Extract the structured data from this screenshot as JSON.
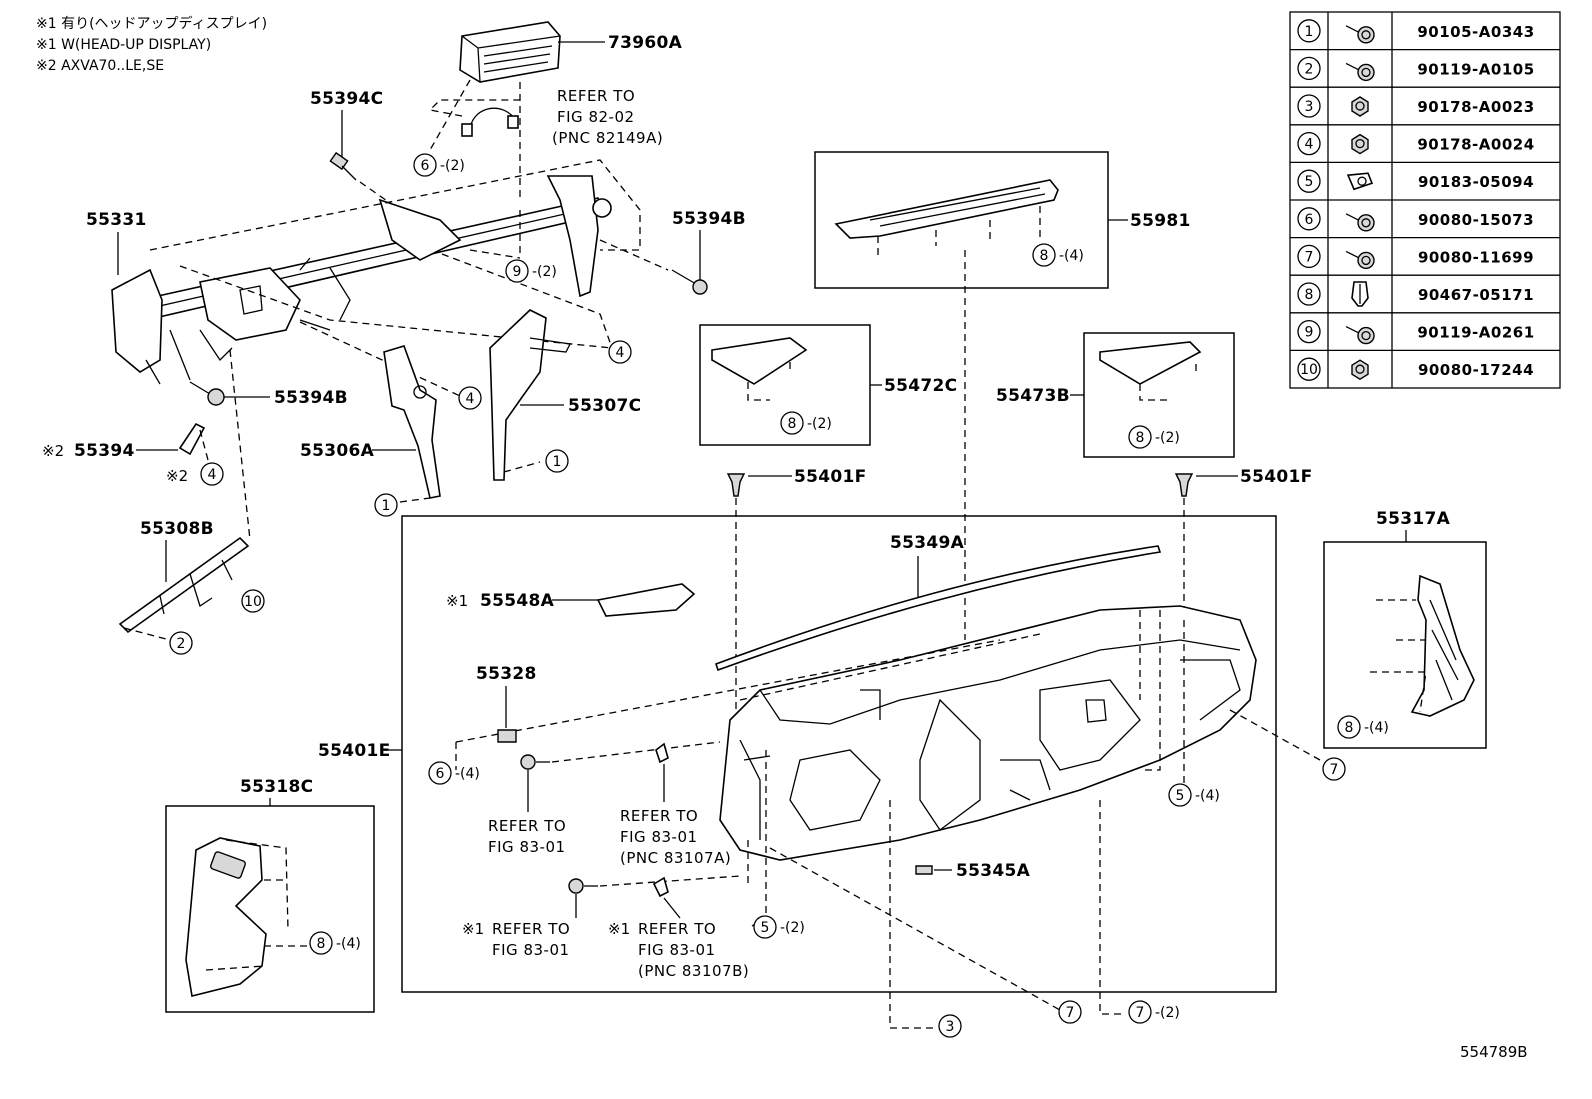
{
  "notes": {
    "n1": "※1 有り(ヘッドアップディスプレイ)",
    "n2": "※1 W(HEAD-UP DISPLAY)",
    "n3": "※2 AXVA70..LE,SE"
  },
  "callouts": {
    "p73960A": "73960A",
    "p55394C": "55394C",
    "p55331": "55331",
    "p55394B_top": "55394B",
    "p55394B_left": "55394B",
    "p55394": "55394",
    "p55394_mark": "※2",
    "p55394_circle_mark": "※2",
    "p55306A": "55306A",
    "p55307C": "55307C",
    "p55308B": "55308B",
    "p55981": "55981",
    "p55472C": "55472C",
    "p55473B": "55473B",
    "p55401F_left": "55401F",
    "p55401F_right": "55401F",
    "p55317A": "55317A",
    "p55349A": "55349A",
    "p55548A": "55548A",
    "p55548A_mark": "※1",
    "p55328": "55328",
    "p55401E": "55401E",
    "p55318C": "55318C",
    "p55345A": "55345A"
  },
  "refs": {
    "r1_l1": "REFER TO",
    "r1_l2": "FIG 82-02",
    "r1_l3": "(PNC 82149A)",
    "r2_l1": "REFER TO",
    "r2_l2": "FIG 83-01",
    "r3_l1": "REFER TO",
    "r3_l2": "FIG 83-01",
    "r3_l3": "(PNC 83107A)",
    "r4_mark": "※1",
    "r4_l1": "REFER TO",
    "r4_l2": "FIG 83-01",
    "r5_mark": "※1",
    "r5_l1": "REFER TO",
    "r5_l2": "FIG 83-01",
    "r5_l3": "(PNC 83107B)"
  },
  "circles": {
    "c6_top": {
      "num": "6",
      "qty": "-(2)"
    },
    "c9": {
      "num": "9",
      "qty": "-(2)"
    },
    "c4_a": {
      "num": "4",
      "qty": ""
    },
    "c4_b": {
      "num": "4",
      "qty": ""
    },
    "c4_c": {
      "num": "4",
      "qty": ""
    },
    "c1_a": {
      "num": "1",
      "qty": ""
    },
    "c1_b": {
      "num": "1",
      "qty": ""
    },
    "c10": {
      "num": "10",
      "qty": ""
    },
    "c2": {
      "num": "2",
      "qty": ""
    },
    "c8_55981": {
      "num": "8",
      "qty": "-(4)"
    },
    "c8_55472C": {
      "num": "8",
      "qty": "-(2)"
    },
    "c8_55473B": {
      "num": "8",
      "qty": "-(2)"
    },
    "c8_55317A": {
      "num": "8",
      "qty": "-(4)"
    },
    "c8_55318C": {
      "num": "8",
      "qty": "-(4)"
    },
    "c6_mid": {
      "num": "6",
      "qty": "-(4)"
    },
    "c5_right": {
      "num": "5",
      "qty": "-(4)"
    },
    "c5_bottom": {
      "num": "5",
      "qty": "-(2)"
    },
    "c7_right": {
      "num": "7",
      "qty": ""
    },
    "c7_bottom": {
      "num": "7",
      "qty": ""
    },
    "c7_bottom2": {
      "num": "7",
      "qty": "-(2)"
    },
    "c3": {
      "num": "3",
      "qty": ""
    }
  },
  "fastener_table": {
    "rows": [
      {
        "num": "1",
        "icon": "bolt-washer-icon",
        "part": "90105-A0343"
      },
      {
        "num": "2",
        "icon": "bolt-washer-icon",
        "part": "90119-A0105"
      },
      {
        "num": "3",
        "icon": "nut-icon",
        "part": "90178-A0023"
      },
      {
        "num": "4",
        "icon": "nut-icon",
        "part": "90178-A0024"
      },
      {
        "num": "5",
        "icon": "clip-nut-icon",
        "part": "90183-05094"
      },
      {
        "num": "6",
        "icon": "screw-icon",
        "part": "90080-15073"
      },
      {
        "num": "7",
        "icon": "screw-icon",
        "part": "90080-11699"
      },
      {
        "num": "8",
        "icon": "clip-icon",
        "part": "90467-05171"
      },
      {
        "num": "9",
        "icon": "bolt-washer-icon",
        "part": "90119-A0261"
      },
      {
        "num": "10",
        "icon": "nut-icon",
        "part": "90080-17244"
      }
    ]
  },
  "figure_id": "554789B"
}
